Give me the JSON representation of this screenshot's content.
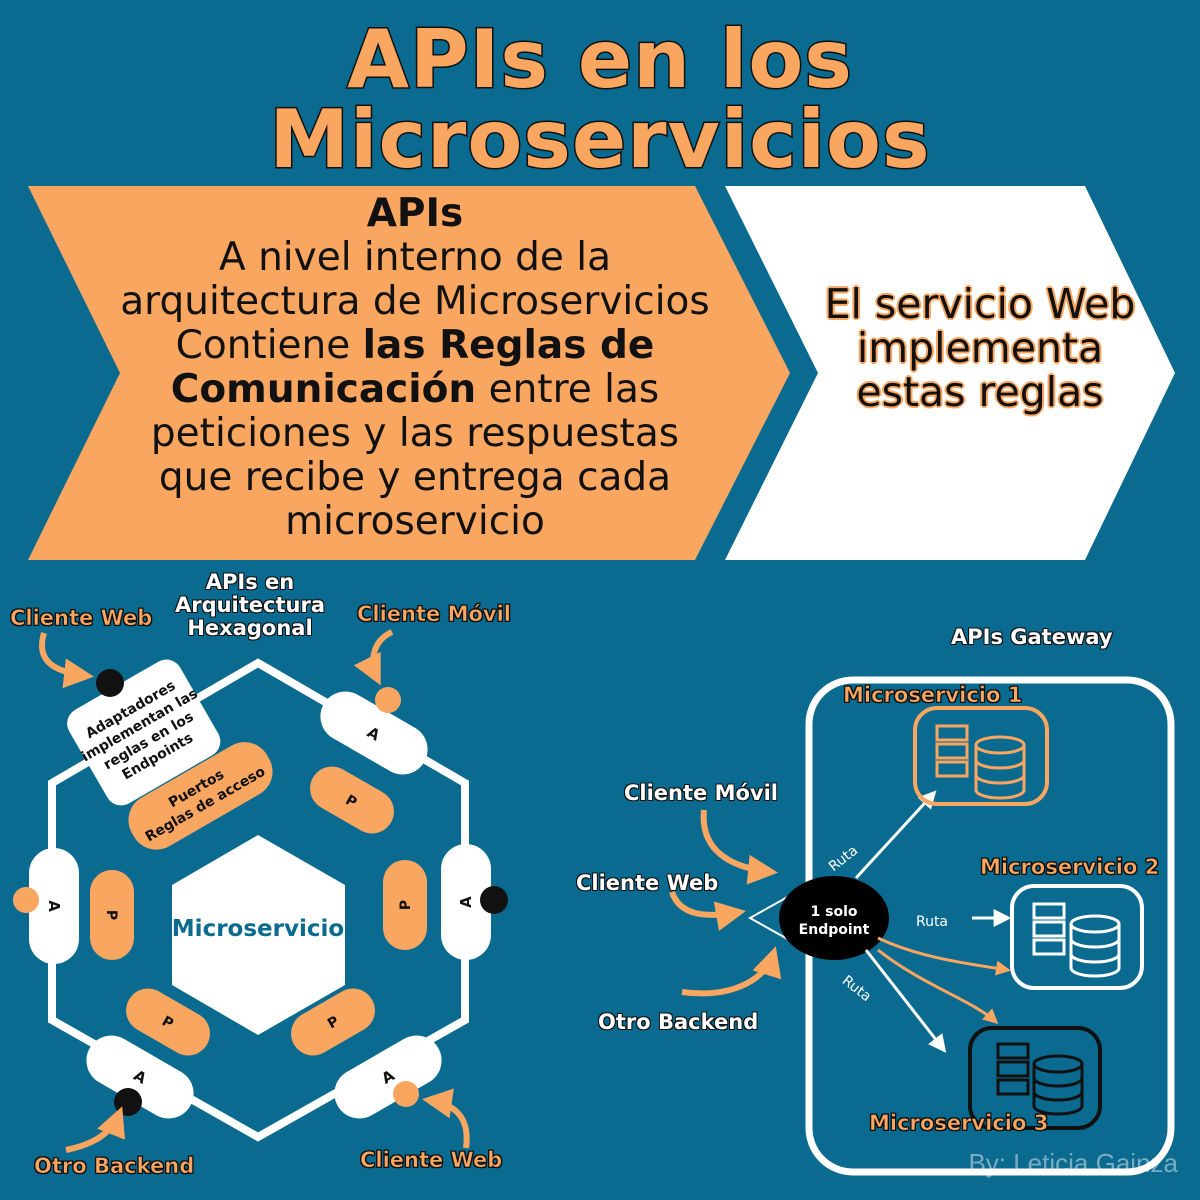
{
  "title": {
    "line1": "APIs en los",
    "line2": "Microservicios"
  },
  "banner": {
    "heading": "APIs",
    "line1": "A nivel interno de la",
    "line2": "arquitectura de Microservicios",
    "line3_pre": "Contiene ",
    "line3_bold": "las Reglas de",
    "line4_bold": "Comunicación",
    "line4_post": " entre las",
    "line5": "peticiones y las respuestas",
    "line6": "que recibe y entrega cada",
    "line7": "microservicio"
  },
  "right_panel": {
    "text": "El servicio Web implementa estas reglas"
  },
  "hexagonal": {
    "title": "APIs en\nArquitectura\nHexagonal",
    "center_label": "Microservicio",
    "adapter_note": [
      "Adaptadores",
      "implementan las",
      "reglas en los",
      "Endpoints"
    ],
    "ports_note": [
      "Puertos",
      "Reglas  de acceso"
    ],
    "adapter_letter": "A",
    "port_letter": "P",
    "clients": {
      "top_left": "Cliente Web",
      "top_right": "Cliente Móvil",
      "bottom_left": "Otro Backend",
      "bottom_right": "Cliente Web"
    }
  },
  "gateway": {
    "title": "APIs Gateway",
    "endpoint": [
      "1 solo",
      "Endpoint"
    ],
    "route_label": "Ruta",
    "clients": [
      "Cliente Móvil",
      "Cliente Web",
      "Otro Backend"
    ],
    "microservices": [
      "Microservicio 1",
      "Microservicio 2",
      "Microservicio 3"
    ]
  },
  "credit": "By: Leticia Gainza",
  "colors": {
    "background": "#0a6a8f",
    "accent": "#f9a661",
    "white": "#ffffff",
    "dark": "#111111"
  }
}
